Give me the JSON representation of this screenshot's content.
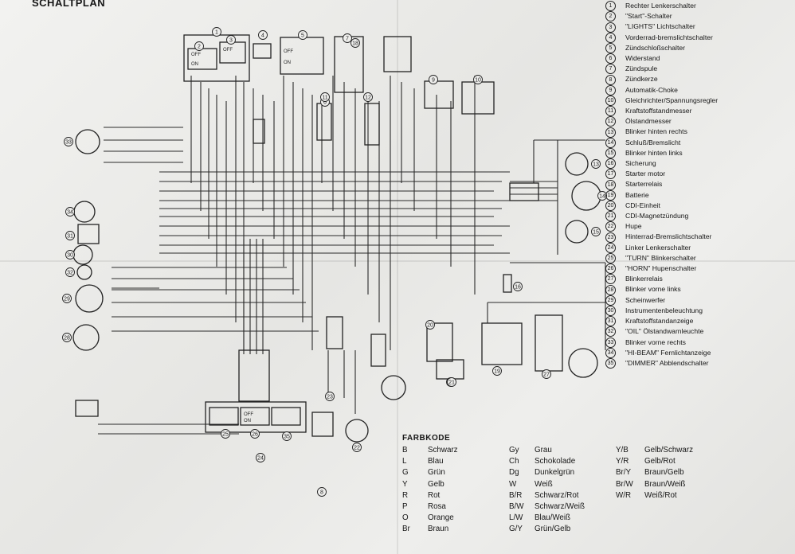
{
  "title": "SCHALTPLAN",
  "legend": [
    {
      "num": "1",
      "label": "Rechter Lenkerschalter"
    },
    {
      "num": "2",
      "label": "\"Start\"-Schalter"
    },
    {
      "num": "3",
      "label": "\"LIGHTS\" Lichtschalter"
    },
    {
      "num": "4",
      "label": "Vorderrad-bremslichtschalter"
    },
    {
      "num": "5",
      "label": "Zündschloßschalter"
    },
    {
      "num": "6",
      "label": "Widerstand"
    },
    {
      "num": "7",
      "label": "Zündspule"
    },
    {
      "num": "8",
      "label": "Zündkerze"
    },
    {
      "num": "9",
      "label": "Automatik-Choke"
    },
    {
      "num": "10",
      "label": "Gleichrichter/Spannungsregler"
    },
    {
      "num": "11",
      "label": "Kraftstoffstandmesser"
    },
    {
      "num": "12",
      "label": "Ölstandmesser"
    },
    {
      "num": "13",
      "label": "Blinker hinten rechts"
    },
    {
      "num": "14",
      "label": "Schluß/Bremslicht"
    },
    {
      "num": "15",
      "label": "Blinker hinten links"
    },
    {
      "num": "16",
      "label": "Sicherung"
    },
    {
      "num": "17",
      "label": "Starter motor"
    },
    {
      "num": "18",
      "label": "Starterrelais"
    },
    {
      "num": "19",
      "label": "Batterie"
    },
    {
      "num": "20",
      "label": "CDI-Einheit"
    },
    {
      "num": "21",
      "label": "CDI-Magnetzündung"
    },
    {
      "num": "22",
      "label": "Hupe"
    },
    {
      "num": "23",
      "label": "Hinterrad-Bremslichtschalter"
    },
    {
      "num": "24",
      "label": "Linker Lenkerschalter"
    },
    {
      "num": "25",
      "label": "\"TURN\" Blinkerschalter"
    },
    {
      "num": "26",
      "label": "\"HORN\" Hupenschalter"
    },
    {
      "num": "27",
      "label": "Blinkerrelais"
    },
    {
      "num": "28",
      "label": "Blinker vorne links"
    },
    {
      "num": "29",
      "label": "Scheinwerfer"
    },
    {
      "num": "30",
      "label": "Instrumentenbeleuchtung"
    },
    {
      "num": "31",
      "label": "Kraftstoffstandanzeige"
    },
    {
      "num": "32",
      "label": "\"OIL\" Ölstandwarnleuchte"
    },
    {
      "num": "33",
      "label": "Blinker vorne rechts"
    },
    {
      "num": "34",
      "label": "\"HI-BEAM\" Fernlichtanzeige"
    },
    {
      "num": "35",
      "label": "\"DIMMER\" Abblendschalter"
    }
  ],
  "farbkode": {
    "title": "FARBKODE",
    "columns": [
      [
        {
          "code": "B",
          "name": "Schwarz"
        },
        {
          "code": "L",
          "name": "Blau"
        },
        {
          "code": "G",
          "name": "Grün"
        },
        {
          "code": "Y",
          "name": "Gelb"
        },
        {
          "code": "R",
          "name": "Rot"
        },
        {
          "code": "P",
          "name": "Rosa"
        },
        {
          "code": "O",
          "name": "Orange"
        },
        {
          "code": "Br",
          "name": "Braun"
        }
      ],
      [
        {
          "code": "Gy",
          "name": "Grau"
        },
        {
          "code": "Ch",
          "name": "Schokolade"
        },
        {
          "code": "Dg",
          "name": "Dunkelgrün"
        },
        {
          "code": "W",
          "name": "Weiß"
        },
        {
          "code": "B/R",
          "name": "Schwarz/Rot"
        },
        {
          "code": "B/W",
          "name": "Schwarz/Weiß"
        },
        {
          "code": "L/W",
          "name": "Blau/Weiß"
        },
        {
          "code": "G/Y",
          "name": "Grün/Gelb"
        }
      ],
      [
        {
          "code": "Y/B",
          "name": "Gelb/Schwarz"
        },
        {
          "code": "Y/R",
          "name": "Gelb/Rot"
        },
        {
          "code": "Br/Y",
          "name": "Braun/Gelb"
        },
        {
          "code": "Br/W",
          "name": "Braun/Weiß"
        },
        {
          "code": "W/R",
          "name": "Weiß/Rot"
        }
      ]
    ]
  },
  "switch_labels": {
    "off": "OFF",
    "on": "ON"
  },
  "colors": {
    "paper": "#ecece9",
    "ink": "#1c1c1c"
  }
}
